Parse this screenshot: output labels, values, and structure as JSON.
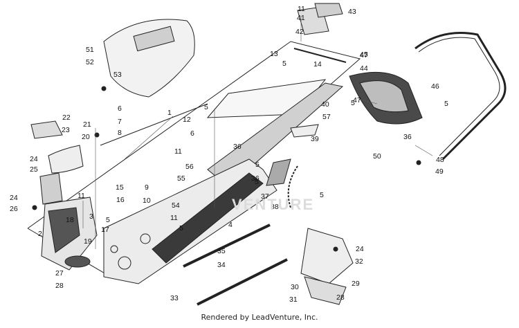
{
  "diagram": {
    "footer": "Rendered by LeadVenture, Inc.",
    "watermark": "VENTURE",
    "line_color": "#222222",
    "accent_fill": "#3a3a3a",
    "callouts": [
      "1",
      "2",
      "3",
      "4",
      "5",
      "5",
      "5",
      "5",
      "5",
      "5",
      "5",
      "5",
      "5",
      "6",
      "6",
      "7",
      "8",
      "9",
      "10",
      "11",
      "11",
      "11",
      "11",
      "12",
      "13",
      "14",
      "15",
      "16",
      "17",
      "18",
      "19",
      "20",
      "21",
      "22",
      "23",
      "24",
      "24",
      "24",
      "25",
      "26",
      "27",
      "28",
      "28",
      "29",
      "30",
      "31",
      "32",
      "33",
      "34",
      "35",
      "36",
      "36",
      "36",
      "37",
      "38",
      "39",
      "40",
      "41",
      "42",
      "43",
      "44",
      "45",
      "46",
      "47",
      "47",
      "48",
      "49",
      "50",
      "51",
      "52",
      "53",
      "54",
      "55",
      "56",
      "57"
    ]
  }
}
